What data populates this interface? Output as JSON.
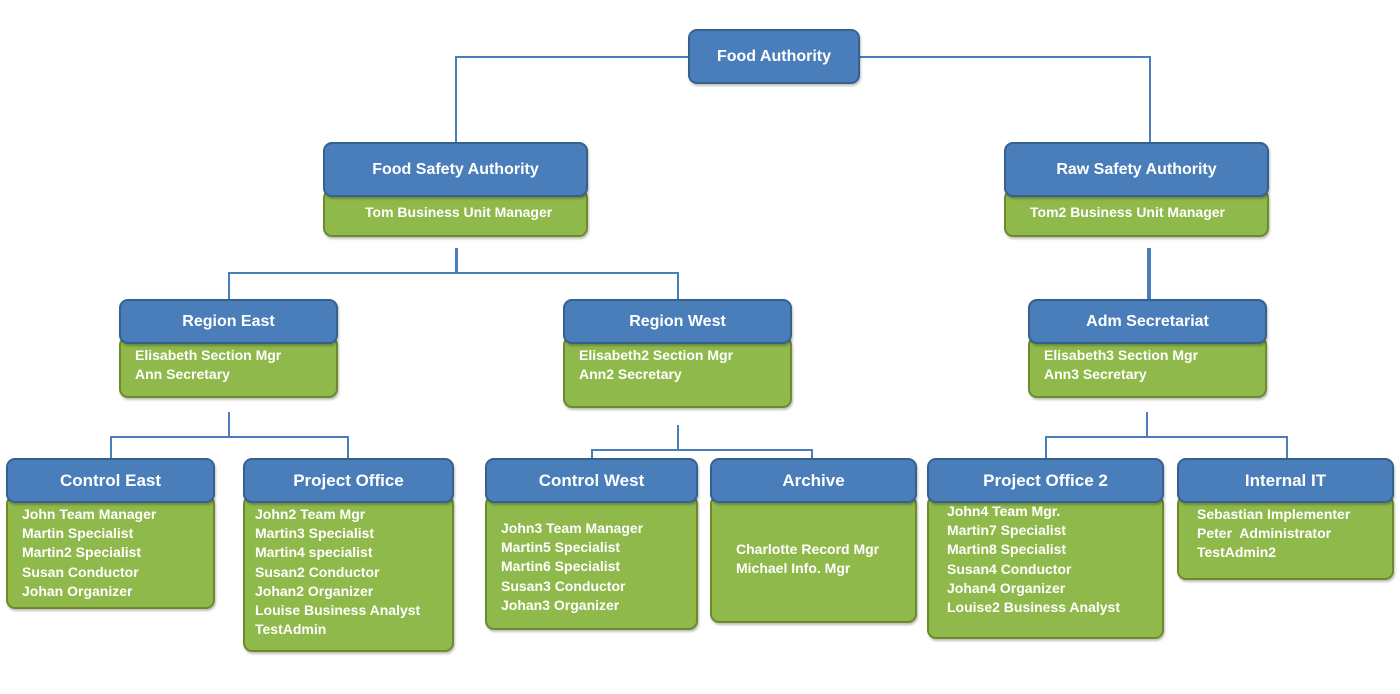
{
  "chart_data": {
    "type": "diagram",
    "title": "Food Authority organization chart",
    "diagram_kind": "org-chart",
    "colors": {
      "unit_header_fill": "#4A7EBB",
      "unit_header_border": "#35618E",
      "people_fill": "#8FB94B",
      "people_border": "#6E8B29",
      "connector": "#4A7EBB",
      "text": "#FFFFFF",
      "background": "#FFFFFF"
    },
    "levels": 4,
    "node_count": 12
  },
  "nodes": {
    "food_authority": {
      "title": "Food Authority",
      "people": []
    },
    "food_safety_authority": {
      "title": "Food Safety Authority",
      "people": [
        "Tom Business Unit Manager"
      ]
    },
    "raw_safety_authority": {
      "title": "Raw Safety Authority",
      "people": [
        "Tom2 Business Unit Manager"
      ]
    },
    "region_east": {
      "title": "Region East",
      "people": [
        "Elisabeth Section Mgr",
        "Ann Secretary"
      ]
    },
    "region_west": {
      "title": "Region West",
      "people": [
        "Elisabeth2 Section Mgr",
        "Ann2 Secretary"
      ]
    },
    "adm_secretariat": {
      "title": "Adm Secretariat",
      "people": [
        "Elisabeth3 Section Mgr",
        "Ann3 Secretary"
      ]
    },
    "control_east": {
      "title": "Control East",
      "people": [
        "John Team Manager",
        "Martin Specialist",
        "Martin2 Specialist",
        "Susan Conductor",
        "Johan Organizer"
      ]
    },
    "project_office": {
      "title": "Project Office",
      "people": [
        "John2 Team Mgr",
        "Martin3 Specialist",
        "Martin4 specialist",
        "Susan2 Conductor",
        "Johan2 Organizer",
        "Louise Business Analyst",
        "TestAdmin"
      ]
    },
    "control_west": {
      "title": "Control West",
      "people": [
        "John3 Team Manager",
        "Martin5 Specialist",
        "Martin6 Specialist",
        "Susan3 Conductor",
        "Johan3 Organizer"
      ]
    },
    "archive": {
      "title": "Archive",
      "people": [
        "Charlotte Record Mgr",
        "Michael Info. Mgr"
      ]
    },
    "project_office_2": {
      "title": "Project Office 2",
      "people": [
        "John4 Team Mgr.",
        "Martin7 Specialist",
        "Martin8 Specialist",
        "Susan4 Conductor",
        "Johan4 Organizer",
        "Louise2 Business Analyst"
      ]
    },
    "internal_it": {
      "title": "Internal IT",
      "people": [
        "Sebastian Implementer",
        "Peter  Administrator",
        "TestAdmin2"
      ]
    }
  }
}
